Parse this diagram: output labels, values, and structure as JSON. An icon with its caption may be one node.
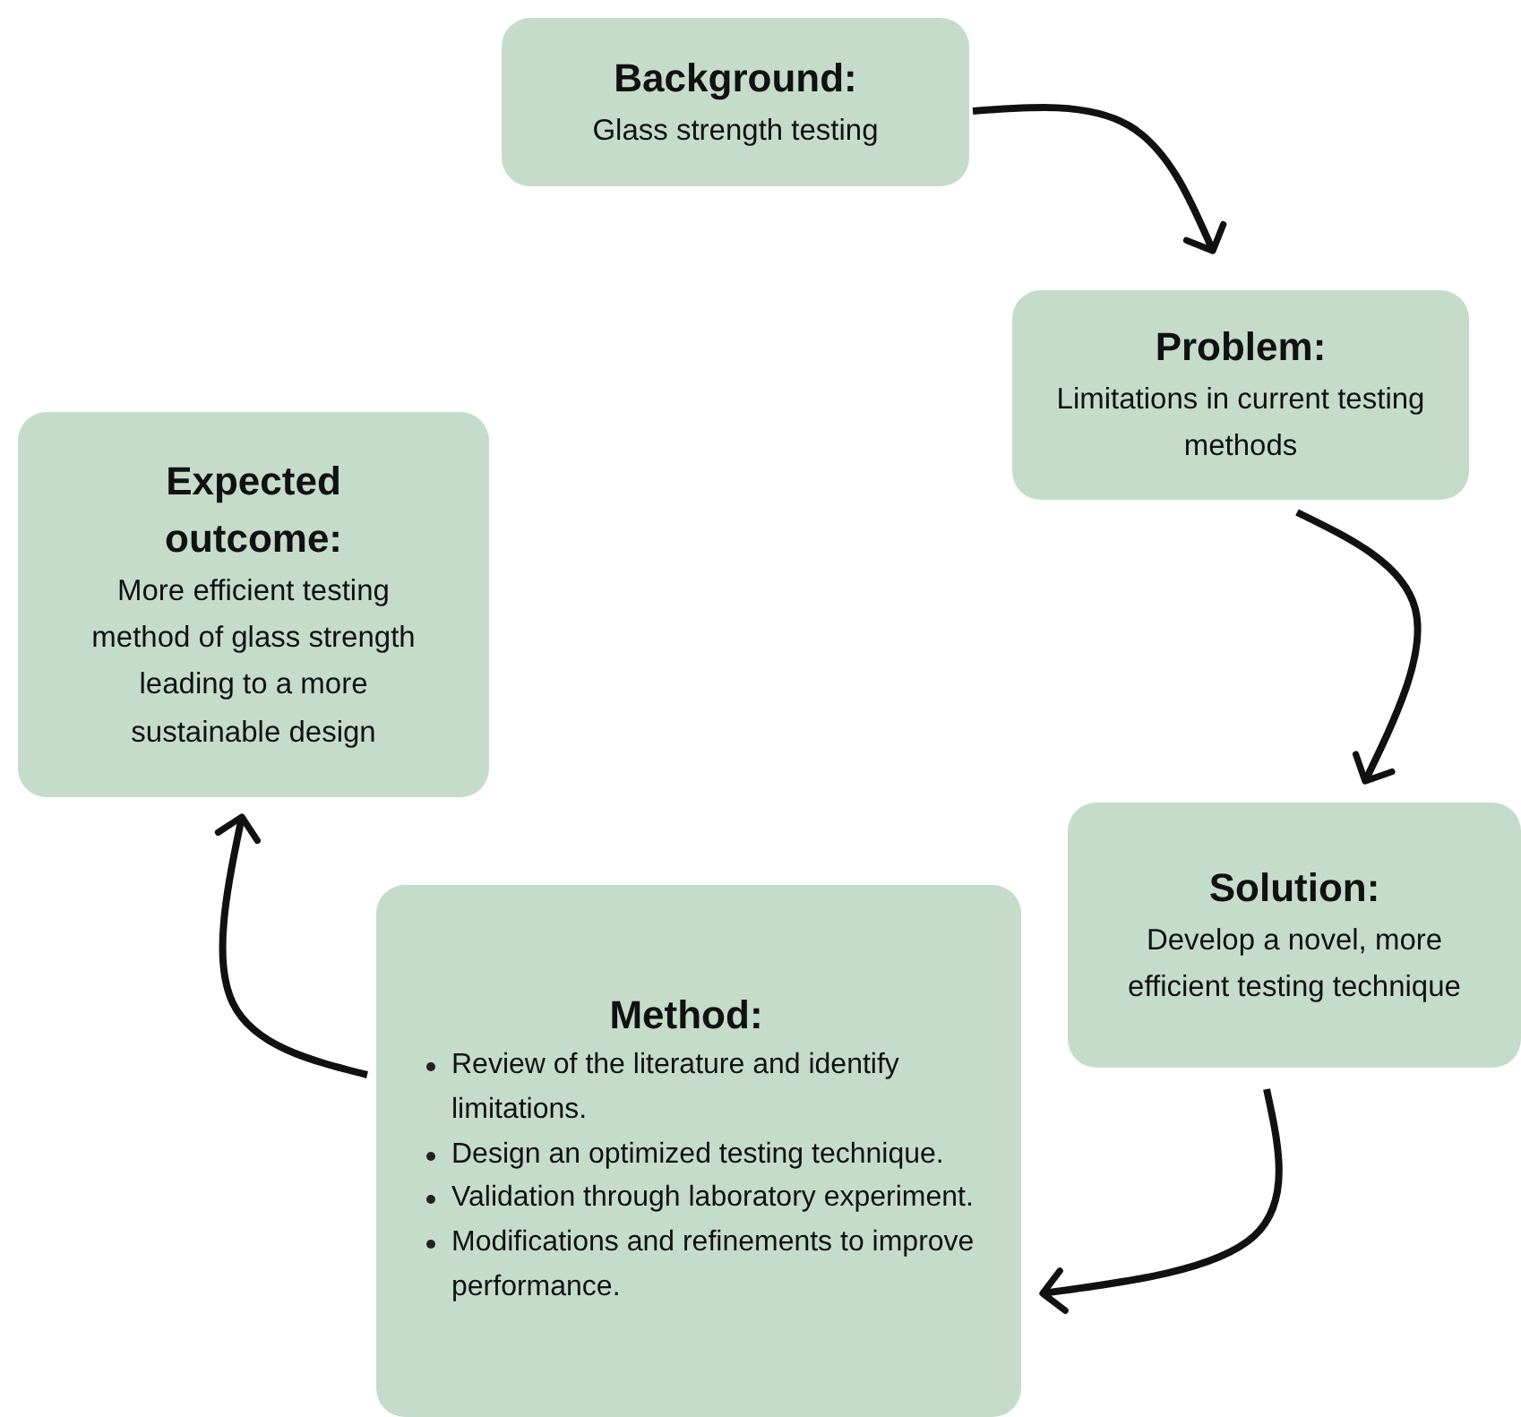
{
  "diagram": {
    "nodes": [
      {
        "text": [
          "Background:",
          "Glass strength testing"
        ]
      },
      {
        "text": [
          "Problem:",
          "Limitations in current testing methods"
        ]
      },
      {
        "text": [
          "Solution:",
          "Develop a novel, more efficient testing technique"
        ]
      },
      {
        "text": [
          "Method:",
          "Review of the literature and identify limitations.",
          "Design an optimized testing technique.",
          "Validation through laboratory experiment.",
          "Modifications and refinements to improve performance."
        ]
      },
      {
        "text": [
          "Expected outcome:",
          "More efficient testing method of glass strength leading to a more sustainable design"
        ]
      }
    ],
    "edges": [
      {
        "from": 0,
        "to": 1,
        "arrow": "to"
      },
      {
        "from": 1,
        "to": 2,
        "arrow": "to"
      },
      {
        "from": 2,
        "to": 3,
        "arrow": "to"
      },
      {
        "from": 3,
        "to": 4,
        "arrow": "to"
      }
    ]
  }
}
